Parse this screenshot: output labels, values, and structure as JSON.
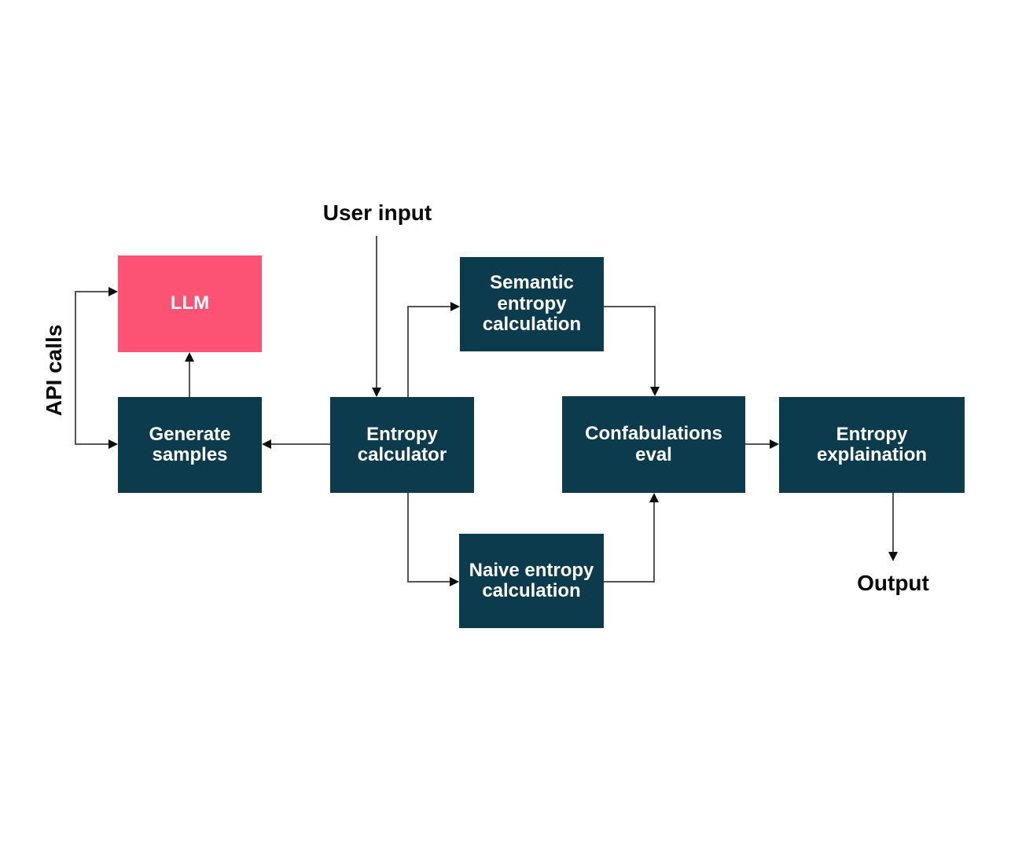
{
  "diagram": {
    "type": "flowchart",
    "background": "#ffffff",
    "colors": {
      "node_teal": "#0b3b4c",
      "node_pink": "#fc5374",
      "node_text": "#ffffff",
      "label_text": "#0a0a0a",
      "line": "#555555",
      "arrowhead": "#0d0d0d"
    },
    "nodes": {
      "llm": {
        "label": "LLM",
        "color": "#fc5374"
      },
      "generate_samples": {
        "label": "Generate samples",
        "color": "#0b3b4c"
      },
      "entropy_calculator": {
        "label": "Entropy calculator",
        "color": "#0b3b4c"
      },
      "semantic_entropy": {
        "label": "Semantic entropy calculation",
        "color": "#0b3b4c"
      },
      "naive_entropy": {
        "label": "Naive entropy calculation",
        "color": "#0b3b4c"
      },
      "confabulations_eval": {
        "label": "Confabulations eval",
        "color": "#0b3b4c"
      },
      "entropy_explaination": {
        "label": "Entropy explaination",
        "color": "#0b3b4c"
      }
    },
    "labels": {
      "user_input": "User input",
      "api_calls": "API calls",
      "output": "Output"
    },
    "edges": [
      {
        "from": "api_calls_bracket",
        "to": "llm",
        "arrow": "into-llm-left"
      },
      {
        "from": "api_calls_bracket",
        "to": "generate_samples",
        "arrow": "into-generate-samples-left"
      },
      {
        "from": "generate_samples",
        "to": "llm",
        "arrow": "up"
      },
      {
        "from": "user_input",
        "to": "entropy_calculator",
        "arrow": "down"
      },
      {
        "from": "entropy_calculator",
        "to": "generate_samples",
        "arrow": "left"
      },
      {
        "from": "entropy_calculator",
        "to": "semantic_entropy",
        "arrow": "right"
      },
      {
        "from": "semantic_entropy",
        "to": "confabulations_eval",
        "arrow": "down"
      },
      {
        "from": "entropy_calculator",
        "to": "naive_entropy",
        "arrow": "right"
      },
      {
        "from": "naive_entropy",
        "to": "confabulations_eval",
        "arrow": "up"
      },
      {
        "from": "confabulations_eval",
        "to": "entropy_explaination",
        "arrow": "right"
      },
      {
        "from": "entropy_explaination",
        "to": "output",
        "arrow": "down"
      }
    ]
  }
}
